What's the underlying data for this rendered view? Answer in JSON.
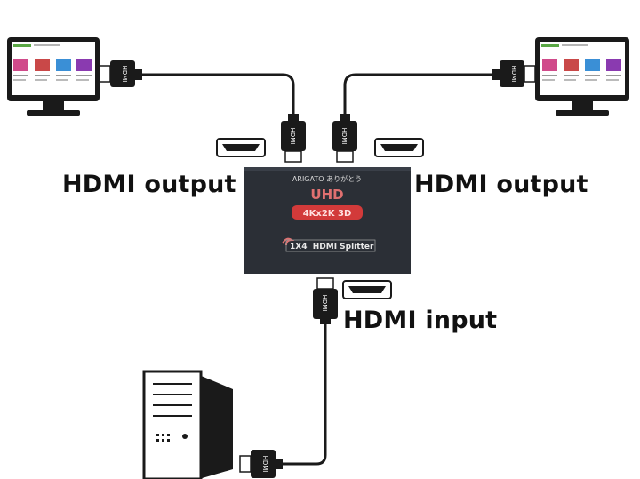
{
  "labels": {
    "output_left": "HDMI output",
    "output_right": "HDMI output",
    "input": "HDMI input"
  },
  "splitter": {
    "brand": "ARIGATO ありがとう",
    "uhd": "UHD",
    "resolution": "4Kx2K 3D",
    "model": "1X4  HDMI Splitter"
  },
  "plug_text": "HDMI",
  "colors": {
    "splitter_body": "#2b2f36",
    "cable": "#1a1a1a",
    "badge_red": "#d23a3a",
    "monitor_frame": "#1a1a1a"
  }
}
